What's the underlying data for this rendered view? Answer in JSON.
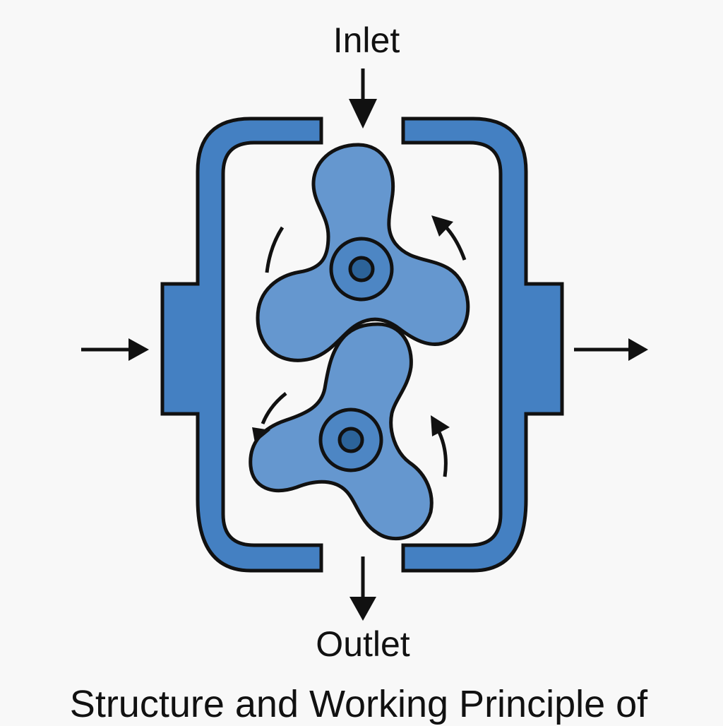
{
  "labels": {
    "inlet": "Inlet",
    "outlet": "Outlet",
    "title": "Structure and Working Principle of"
  },
  "colors": {
    "background": "#f8f8f8",
    "casing": "#4480c2",
    "rotor": "#6597cf",
    "hub": "#4d86c4",
    "shaft": "#2c6399",
    "stroke": "#111111"
  },
  "components": {
    "casing": "pump-casing",
    "rotors": [
      "upper-rotor",
      "lower-rotor"
    ],
    "flow_arrows": [
      "inlet-arrow",
      "outlet-arrow",
      "left-side-arrow",
      "right-side-arrow"
    ],
    "rotation_arrows": [
      "upper-left-rotation",
      "upper-right-rotation",
      "lower-left-rotation",
      "lower-right-rotation"
    ]
  }
}
